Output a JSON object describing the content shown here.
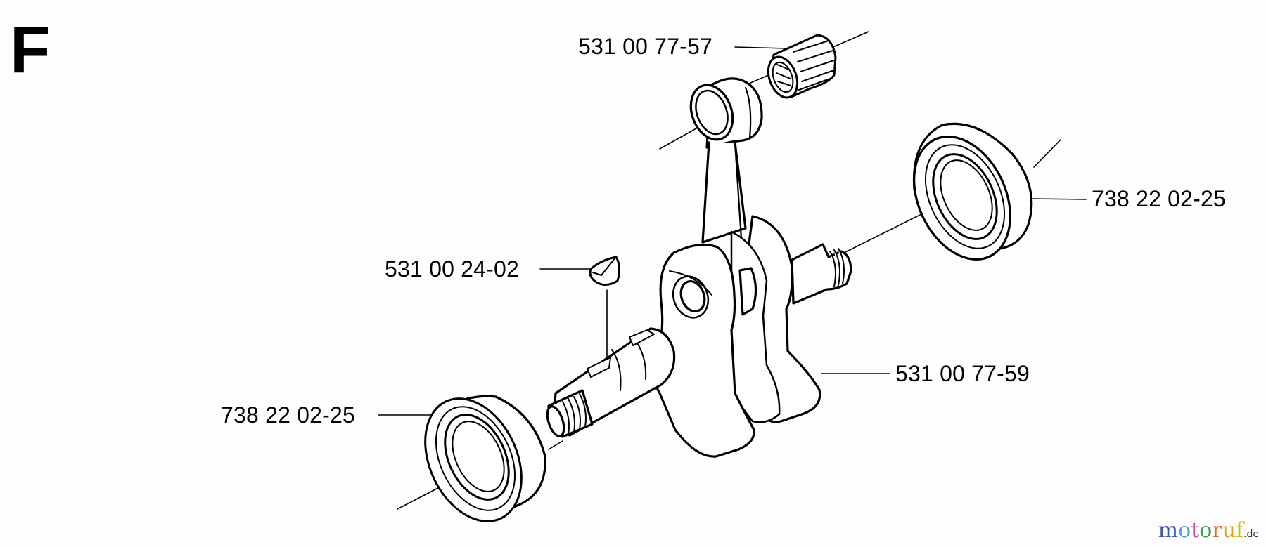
{
  "diagram": {
    "section_letter": "F",
    "callouts": [
      {
        "id": "needle-bearing",
        "part_number": "531 00 77-57"
      },
      {
        "id": "main-bearing-right",
        "part_number": "738 22 02-25"
      },
      {
        "id": "woodruff-key",
        "part_number": "531 00 24-02"
      },
      {
        "id": "crankshaft",
        "part_number": "531 00 77-59"
      },
      {
        "id": "main-bearing-left",
        "part_number": "738 22 02-25"
      }
    ]
  },
  "watermark": {
    "letters": [
      "m",
      "o",
      "t",
      "o",
      "r",
      "u",
      "f"
    ],
    "tld": ".de"
  }
}
